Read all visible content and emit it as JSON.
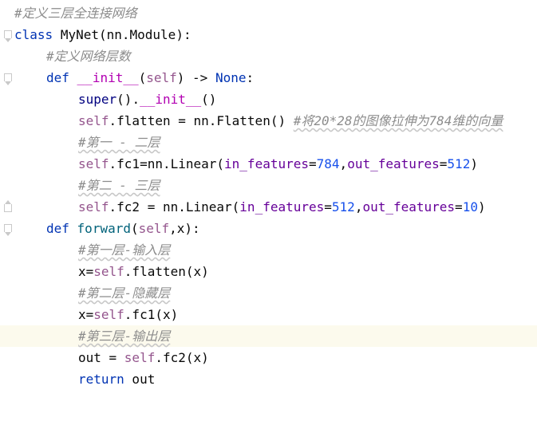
{
  "editor": {
    "lines": [
      {
        "id": "l1",
        "comment": "#定义三层全连接网络"
      },
      {
        "id": "l2",
        "kw_class": "class",
        "class_name": "MyNet",
        "rest": "(nn.Module):"
      },
      {
        "id": "l3",
        "comment": "#定义网络层数"
      },
      {
        "id": "l4",
        "kw_def": "def",
        "func": "__init__",
        "open": "(",
        "self": "self",
        "mid": ") -> ",
        "none": "None",
        "close": ":"
      },
      {
        "id": "l5",
        "super": "super",
        "dot": "().",
        "dunder": "__init__",
        "end": "()"
      },
      {
        "id": "l6",
        "self": "self",
        "code": ".flatten = nn.Flatten() ",
        "comment": "#将20*28的图像拉伸为784维的向量"
      },
      {
        "id": "l7",
        "comment": "#第一 - 二层"
      },
      {
        "id": "l8",
        "self": "self",
        "code1": ".fc1=nn.Linear(",
        "p1": "in_features",
        "eq1": "=",
        "n1": "784",
        "comma": ",",
        "p2": "out_features",
        "eq2": "=",
        "n2": "512",
        "close": ")"
      },
      {
        "id": "l9",
        "comment": "#第二 - 三层"
      },
      {
        "id": "l10",
        "self": "self",
        "code1": ".fc2 = nn.Linear(",
        "p1": "in_features",
        "eq1": "=",
        "n1": "512",
        "comma": ",",
        "p2": "out_features",
        "eq2": "=",
        "n2": "10",
        "close": ")"
      },
      {
        "id": "l11",
        "kw_def": "def",
        "func": "forward",
        "open": "(",
        "self": "self",
        "rest": ",x):"
      },
      {
        "id": "l12",
        "comment": "#第一层-输入层"
      },
      {
        "id": "l13",
        "pre": "x=",
        "self": "self",
        "rest": ".flatten(x)"
      },
      {
        "id": "l14",
        "comment": "#第二层-隐藏层"
      },
      {
        "id": "l15",
        "pre": "x=",
        "self": "self",
        "rest": ".fc1(x)"
      },
      {
        "id": "l16",
        "comment": "#第三层-输出层"
      },
      {
        "id": "l17",
        "pre": "out = ",
        "self": "self",
        "rest": ".fc2(x)"
      },
      {
        "id": "l18",
        "kw_return": "return",
        "rest": " out"
      }
    ]
  },
  "colors": {
    "keyword": "#0033b3",
    "function": "#00627a",
    "self": "#94558d",
    "dunder": "#b200b2",
    "param": "#660099",
    "number": "#1750eb",
    "comment": "#8c8c8c",
    "current_line": "#fcfaed"
  },
  "icons": [
    "fold-open-icon",
    "fold-close-icon"
  ]
}
